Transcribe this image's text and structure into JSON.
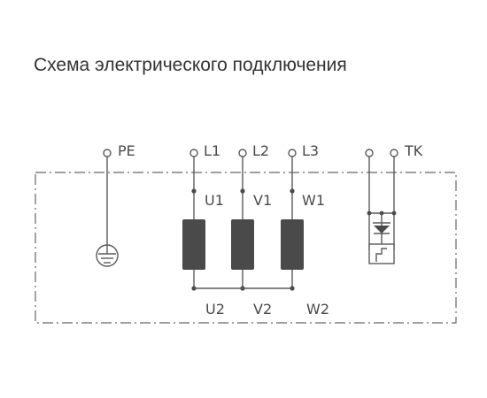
{
  "title": "Схема электрического подключения",
  "terminals": {
    "pe": "PE",
    "l1": "L1",
    "l2": "L2",
    "l3": "L3",
    "tk": "TK"
  },
  "windings": {
    "top": [
      "U1",
      "V1",
      "W1"
    ],
    "bottom": [
      "U2",
      "V2",
      "W2"
    ]
  },
  "icons": {
    "ground": "ground-icon",
    "thermal_contact": "thermal-contact-icon",
    "winding": "winding-coil-icon"
  },
  "colors": {
    "line": "#5a5a5a",
    "coil": "#4a4a4a",
    "text": "#333333"
  }
}
